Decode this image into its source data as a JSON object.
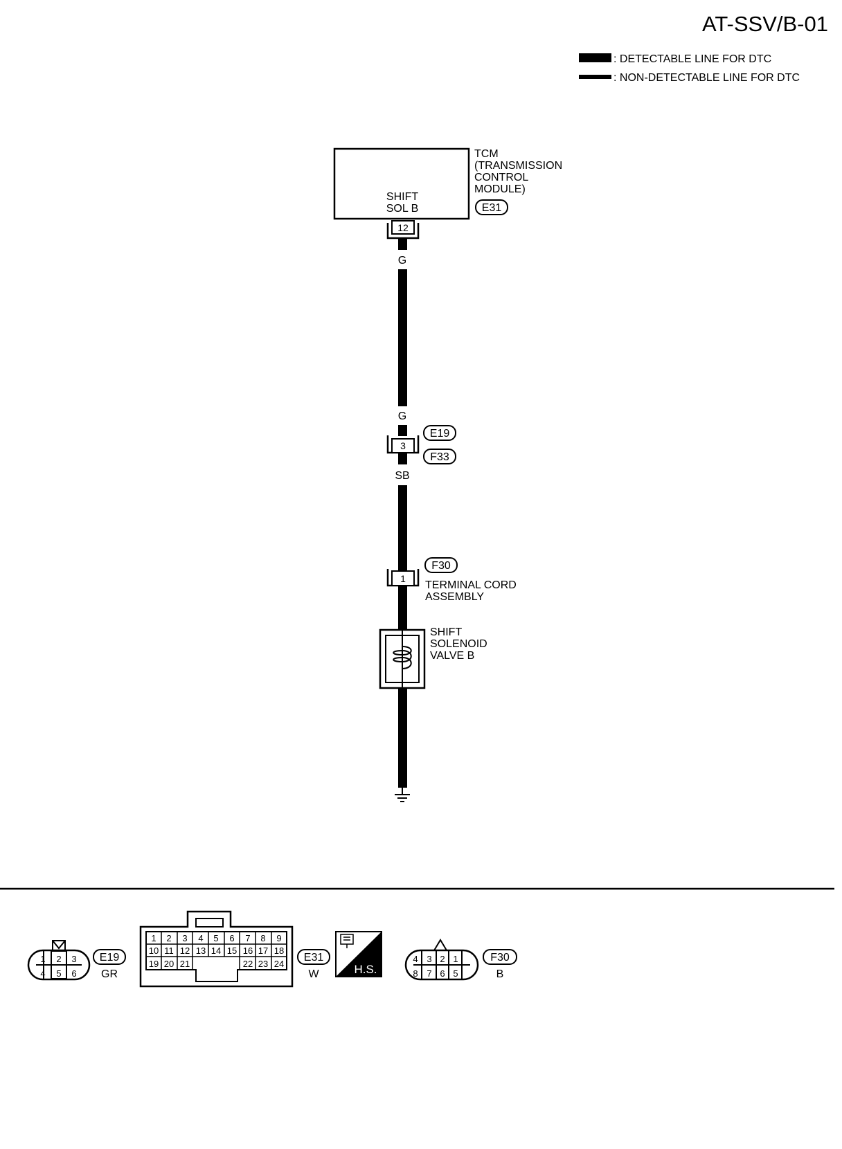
{
  "page_id": "AT-SSV/B-01",
  "legend": {
    "detectable": ": DETECTABLE LINE FOR DTC",
    "non_detectable": ": NON-DETECTABLE LINE FOR DTC"
  },
  "tcm": {
    "name_lines": [
      "TCM",
      "(TRANSMISSION",
      "CONTROL",
      "MODULE)"
    ],
    "terminal_lines": [
      "SHIFT",
      "SOL B"
    ],
    "connector": "E31",
    "pin": "12"
  },
  "wires": {
    "g_top": "G",
    "g_bottom": "G",
    "sb": "SB"
  },
  "junction": {
    "connector_top": "E19",
    "connector_bottom": "F33",
    "pin": "3"
  },
  "terminal_cord": {
    "connector": "F30",
    "pin": "1",
    "label_lines": [
      "TERMINAL CORD",
      "ASSEMBLY"
    ]
  },
  "solenoid": {
    "label_lines": [
      "SHIFT",
      "SOLENOID",
      "VALVE B"
    ]
  },
  "connectors": {
    "e19": {
      "id": "E19",
      "color": "GR",
      "top": [
        "1",
        "2",
        "3"
      ],
      "bottom": [
        "4",
        "5",
        "6"
      ]
    },
    "e31": {
      "id": "E31",
      "color": "W",
      "row1": [
        "1",
        "2",
        "3",
        "4",
        "5",
        "6",
        "7",
        "8",
        "9"
      ],
      "row2": [
        "10",
        "11",
        "12",
        "13",
        "14",
        "15",
        "16",
        "17",
        "18"
      ],
      "row3a": [
        "19",
        "20",
        "21"
      ],
      "row3b": [
        "22",
        "23",
        "24"
      ]
    },
    "hs": {
      "label": "H.S."
    },
    "f30": {
      "id": "F30",
      "color": "B",
      "top": [
        "4",
        "3",
        "2",
        "1"
      ],
      "bottom": [
        "8",
        "7",
        "6",
        "5"
      ]
    }
  }
}
